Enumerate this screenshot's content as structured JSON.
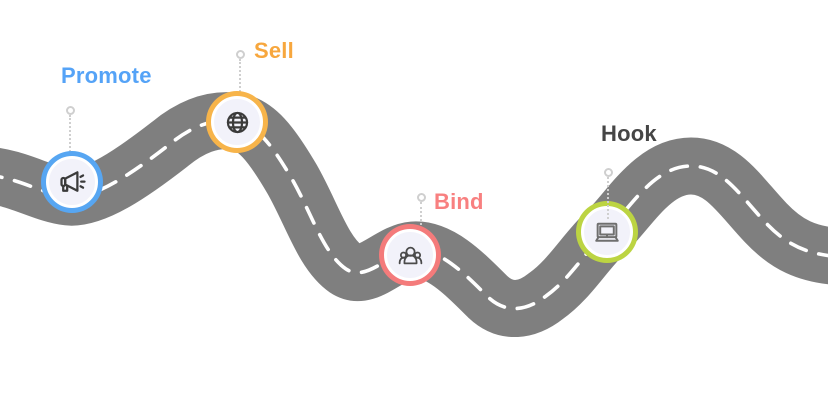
{
  "background_color": "#ffffff",
  "road": {
    "surface_color": "#7f7f7f",
    "center_line_color": "#ffffff"
  },
  "connector_color": "#cfcfcf",
  "circle_inner_color": "#f2f2fa",
  "milestones": [
    {
      "label": "Promote",
      "label_color": "#55a3f7",
      "ring_color": "#57a6f2",
      "icon": "megaphone-icon",
      "icon_color": "#3b3b3b"
    },
    {
      "label": "Sell",
      "label_color": "#f7a73e",
      "ring_color": "#f7b44a",
      "icon": "globe-icon",
      "icon_color": "#3b3b3b"
    },
    {
      "label": "Bind",
      "label_color": "#f88080",
      "ring_color": "#f47b7b",
      "icon": "people-icon",
      "icon_color": "#4b4b4b"
    },
    {
      "label": "Hook",
      "label_color": "#454545",
      "ring_color": "#bcd442",
      "icon": "laptop-icon",
      "icon_color": "#6f6f6f"
    }
  ]
}
